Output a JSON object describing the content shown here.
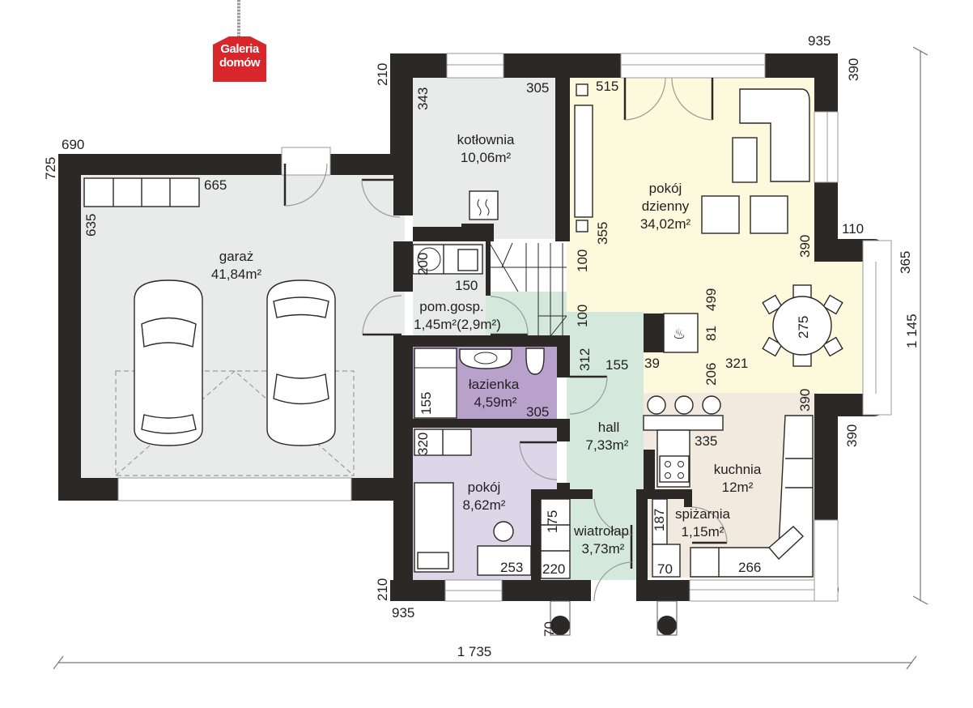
{
  "logo": {
    "line1": "Galeria",
    "line2": "domów",
    "color": "#d8262b"
  },
  "colors": {
    "wall": "#2b2826",
    "garage": "#e9eaea",
    "kotlownia": "#e9eaea",
    "living": "#fdf9dd",
    "hall": "#d4e8dc",
    "bathroom": "#b8a2cc",
    "pokoj": "#ddd5e8",
    "kitchen": "#f2e9df",
    "utility": "#e9eaea"
  },
  "rooms": {
    "garaz": {
      "name": "garaż",
      "area": "41,84m²"
    },
    "kotlownia": {
      "name": "kotłownia",
      "area": "10,06m²"
    },
    "pokoj_dzienny": {
      "name1": "pokój",
      "name2": "dzienny",
      "area": "34,02m²"
    },
    "pom_gosp": {
      "name": "pom.gosp.",
      "area": "1,45m²(2,9m²)"
    },
    "lazienka": {
      "name": "łazienka",
      "area": "4,59m²"
    },
    "hall": {
      "name": "hall",
      "area": "7,33m²"
    },
    "pokoj": {
      "name": "pokój",
      "area": "8,62m²"
    },
    "wiatrolap": {
      "name": "wiatrołap",
      "area": "3,73m²"
    },
    "kuchnia": {
      "name": "kuchnia",
      "area": "12m²"
    },
    "spizarnia": {
      "name": "spiżarnia",
      "area": "1,15m²"
    }
  },
  "dimensions": {
    "overall_width": "1 735",
    "overall_height": "1 145",
    "d690": "690",
    "d725": "725",
    "d665": "665",
    "d635": "635",
    "d210_top": "210",
    "d343": "343",
    "d305_kot": "305",
    "d935_top": "935",
    "d390_tr": "390",
    "d515": "515",
    "d355": "355",
    "d390_living": "390",
    "d110": "110",
    "d365": "365",
    "d200": "200",
    "d150": "150",
    "d100_a": "100",
    "d100_b": "100",
    "d499": "499",
    "d81": "81",
    "d39": "39",
    "d275": "275",
    "d312": "312",
    "d155_hall": "155",
    "d206": "206",
    "d321": "321",
    "d155_bath": "155",
    "d305_bath": "305",
    "d390_kit": "390",
    "d390_kit_r": "390",
    "d335": "335",
    "d320": "320",
    "d253": "253",
    "d175": "175",
    "d220": "220",
    "d187": "187",
    "d70_pantry": "70",
    "d266": "266",
    "d210_bottom": "210",
    "d935_bottom": "935",
    "d70_col": "70"
  }
}
